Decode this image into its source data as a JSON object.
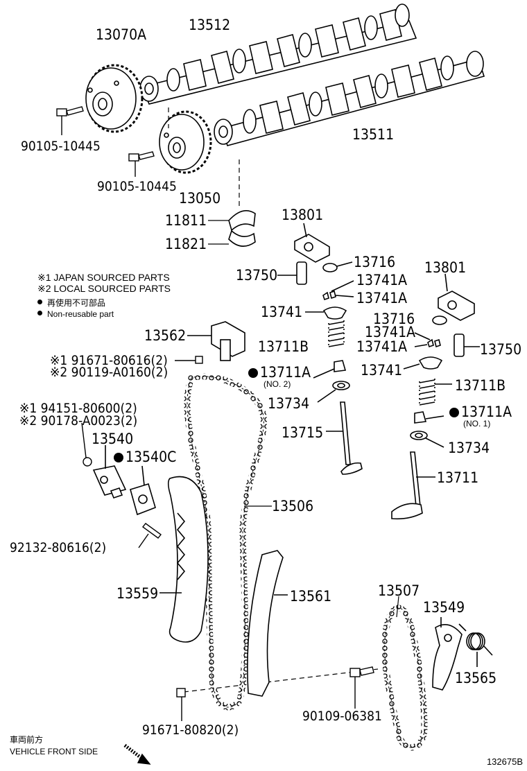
{
  "labels": {
    "p13070A": "13070A",
    "p13512": "13512",
    "p13511": "13511",
    "p90105_a": "90105-10445",
    "p90105_b": "90105-10445",
    "p13050": "13050",
    "p11811": "11811",
    "p11821": "11821",
    "p13801_l": "13801",
    "p13801_r": "13801",
    "p13750_l": "13750",
    "p13750_r": "13750",
    "p13716_l": "13716",
    "p13716_r": "13716",
    "p13741A_1": "13741A",
    "p13741A_2": "13741A",
    "p13741A_3": "13741A",
    "p13741A_4": "13741A",
    "p13741_l": "13741",
    "p13741_r": "13741",
    "p13711B_l": "13711B",
    "p13711B_r": "13711B",
    "p13711A_l": "13711A",
    "p13711A_l_note": "(NO. 2)",
    "p13711A_r": "13711A",
    "p13711A_r_note": "(NO. 1)",
    "p13734_l": "13734",
    "p13734_r": "13734",
    "p13715": "13715",
    "p13711": "13711",
    "p13562": "13562",
    "p91671_80616": "※1 91671-80616(2)",
    "p90119": "※2 90119-A0160(2)",
    "p94151": "※1 94151-80600(2)",
    "p90178": "※2 90178-A0023(2)",
    "p13540": "13540",
    "p13540C": "13540C",
    "p13506": "13506",
    "p92132": "92132-80616(2)",
    "p13559": "13559",
    "p13561": "13561",
    "p13507": "13507",
    "p13549": "13549",
    "p13565": "13565",
    "p90109": "90109-06381",
    "p91671_80820": "91671-80820(2)"
  },
  "legend": {
    "line1": "※1 JAPAN SOURCED PARTS",
    "line2": "※2 LOCAL SOURCED PARTS",
    "line3": "再使用不可部品",
    "line4": "Non-reusable part"
  },
  "orientation": {
    "jp": "車両前方",
    "en": "VEHICLE FRONT SIDE"
  },
  "figure_id": "132675B"
}
